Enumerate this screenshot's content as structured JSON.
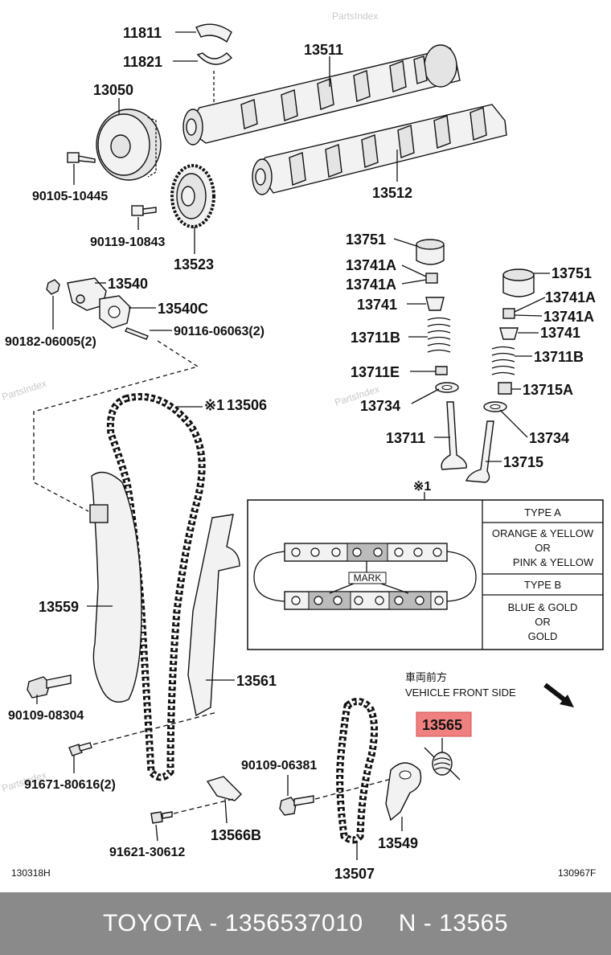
{
  "watermark": "PartsIndex",
  "parts": {
    "p11811": "11811",
    "p11821": "11821",
    "p13511": "13511",
    "p13050": "13050",
    "p90105": "90105-10445",
    "p90119": "90119-10843",
    "p13523": "13523",
    "p13512": "13512",
    "p13540": "13540",
    "p13540C": "13540C",
    "p90182": "90182-06005(2)",
    "p90116": "90116-06063(2)",
    "p13751a": "13751",
    "p13741A1": "13741A",
    "p13741A2": "13741A",
    "p13741a": "13741",
    "p13711B_a": "13711B",
    "p13711E": "13711E",
    "p13734a": "13734",
    "p13711": "13711",
    "p13751b": "13751",
    "p13741A3": "13741A",
    "p13741A4": "13741A",
    "p13741b": "13741",
    "p13711B_b": "13711B",
    "p13715A": "13715A",
    "p13734b": "13734",
    "p13715": "13715",
    "p13506": "13506",
    "p13559": "13559",
    "p13561": "13561",
    "p90109a": "90109-08304",
    "p91671": "91671-80616(2)",
    "p90109b": "90109-06381",
    "p13566B": "13566B",
    "p91621": "91621-30612",
    "p13549": "13549",
    "p13507": "13507",
    "p13565": "13565"
  },
  "note_mark": "※1",
  "note_13506_prefix": "※1",
  "legend": {
    "type_a": "TYPE A",
    "type_a_l1": "ORANGE & YELLOW",
    "type_a_l2": "OR",
    "type_a_l3": "PINK & YELLOW",
    "type_b": "TYPE B",
    "type_b_l1": "BLUE & GOLD",
    "type_b_l2": "OR",
    "type_b_l3": "GOLD",
    "mark": "MARK"
  },
  "front": {
    "jp": "車両前方",
    "en": "VEHICLE FRONT SIDE"
  },
  "codes": {
    "left": "130318H",
    "right": "130967F"
  },
  "footer": {
    "brand": "TOYOTA",
    "sep1": " - ",
    "number": "1356537010",
    "gap": "     ",
    "n": "N",
    "sep2": " - ",
    "part": "13565"
  },
  "highlight_color": "#f08080"
}
